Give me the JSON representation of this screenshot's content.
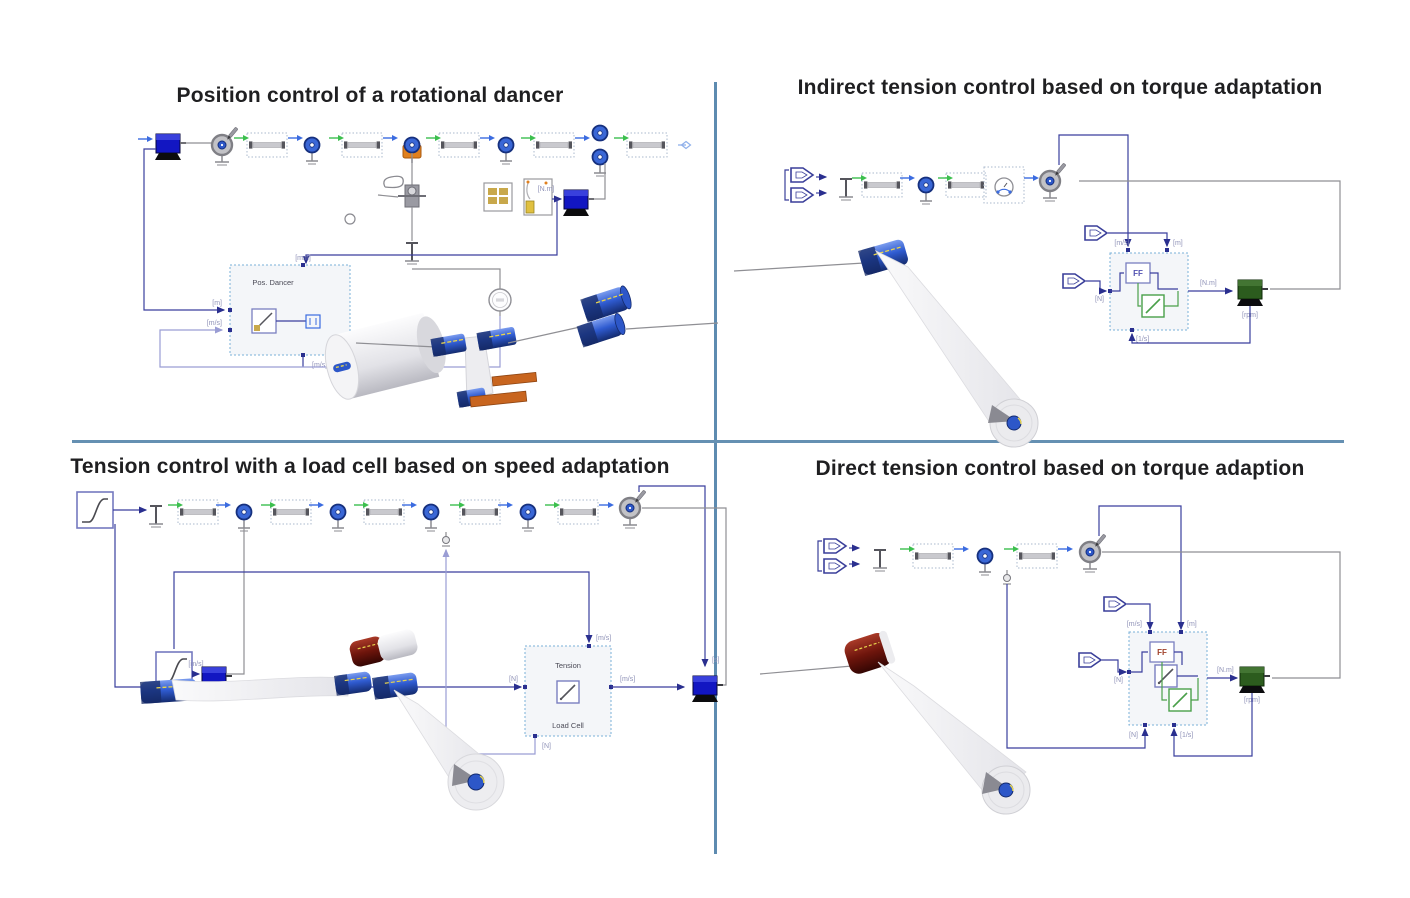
{
  "page": {
    "background": "#ffffff",
    "divider_color": "#5d8bb0"
  },
  "quadrants": {
    "top_left": {
      "title": "Position control of a rotational dancer",
      "controller": {
        "label": "Pos. Dancer",
        "port_top": "[mm]",
        "port_left": "[m]",
        "port_left2": "[m/s]",
        "port_bottom": "[m/s]"
      },
      "labels": {
        "motor_torque": "[N.m]"
      }
    },
    "top_right": {
      "title": "Indirect tension control based on torque adaptation",
      "controller": {
        "label": "FF",
        "port_top_left": "[m/s]",
        "port_top_right": "[m]",
        "port_left": "[N]",
        "port_bottom": "[1/s]",
        "output": "[N.m]",
        "motor_speed": "[rpm]"
      }
    },
    "bottom_left": {
      "title": "Tension control with a load cell based on speed adaptation",
      "load_cell": {
        "label_top": "Tension",
        "label_bottom": "Load Cell",
        "port_left": "[N]",
        "port_top": "[m/s]",
        "port_right": "[m/s]",
        "port_bottom": "[N]"
      },
      "labels": {
        "ramp_out": "[m/s]",
        "motor_top": "[s]"
      }
    },
    "bottom_right": {
      "title": "Direct tension control based on torque adaption",
      "controller": {
        "label": "FF",
        "port_top_left": "[m/s]",
        "port_top_right": "[m]",
        "port_left": "[N]",
        "port_bottom_left": "[N]",
        "port_bottom_right": "[1/s]",
        "output": "[N.m]",
        "motor_speed": "[rpm]"
      }
    }
  }
}
